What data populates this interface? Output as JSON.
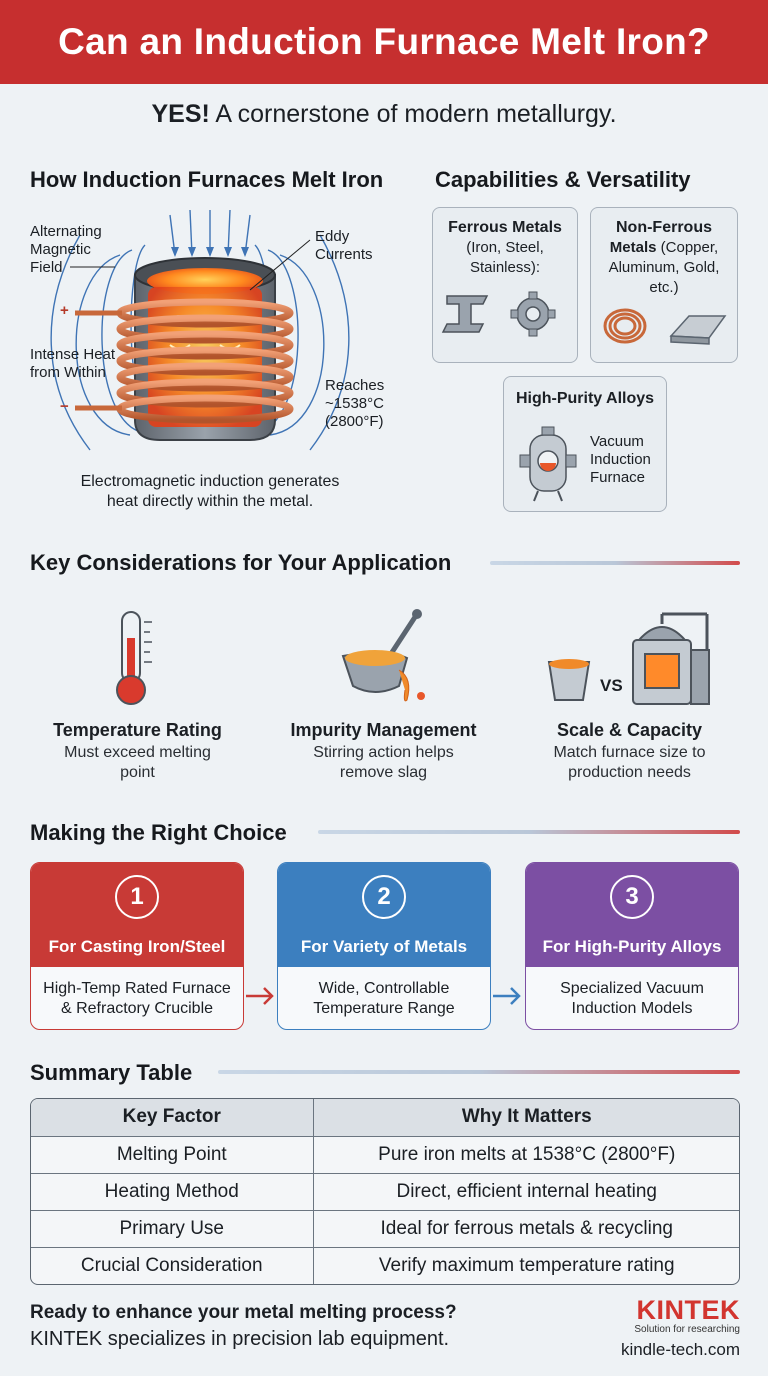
{
  "header": {
    "title": "Can an Induction Furnace Melt Iron?"
  },
  "subtitle": {
    "strong": "YES!",
    "rest": " A cornerstone of modern metallurgy."
  },
  "how": {
    "title": "How Induction Furnaces Melt Iron",
    "label_field": "Alternating Magnetic Field",
    "label_field_1": "Alternating",
    "label_field_2": "Magnetic",
    "label_field_3": "Field",
    "label_eddy_1": "Eddy",
    "label_eddy_2": "Currents",
    "label_heat_1": "Intense Heat",
    "label_heat_2": "from Within",
    "label_reach_1": "Reaches",
    "label_reach_2": "~1538°C",
    "label_reach_3": "(2800°F)",
    "plus": "+",
    "minus": "−",
    "caption_1": "Electromagnetic induction generates",
    "caption_2": "heat directly within the metal."
  },
  "capabilities": {
    "title": "Capabilities & Versatility",
    "ferrous": {
      "title": "Ferrous Metals",
      "desc_1": "(Iron, Steel,",
      "desc_2": "Stainless):"
    },
    "nonferrous": {
      "title_1": "Non-Ferrous",
      "title_2": "Metals",
      "desc_1": " (Copper,",
      "desc_2": "Aluminum, Gold,",
      "desc_3": "etc.)"
    },
    "alloys": {
      "title": "High-Purity Alloys",
      "desc_1": "Vacuum",
      "desc_2": "Induction",
      "desc_3": "Furnace"
    }
  },
  "considerations": {
    "title": "Key Considerations for Your Application",
    "items": [
      {
        "title": "Temperature Rating",
        "desc_1": "Must exceed melting",
        "desc_2": "point"
      },
      {
        "title": "Impurity Management",
        "desc_1": "Stirring action helps",
        "desc_2": "remove slag"
      },
      {
        "title": "Scale & Capacity",
        "desc_1": "Match furnace size to",
        "desc_2": "production needs"
      }
    ],
    "vs": "VS"
  },
  "choice": {
    "title": "Making the Right Choice",
    "cards": [
      {
        "num": "1",
        "label": "For Casting Iron/Steel",
        "body_1": "High-Temp Rated Furnace",
        "body_2": "& Refractory Crucible",
        "color": "#c83a36"
      },
      {
        "num": "2",
        "label": "For Variety of Metals",
        "body_1": "Wide, Controllable",
        "body_2": "Temperature Range",
        "color": "#3c7fbf"
      },
      {
        "num": "3",
        "label": "For High-Purity Alloys",
        "body_1": "Specialized Vacuum",
        "body_2": "Induction Models",
        "color": "#7c4fa3"
      }
    ]
  },
  "summary": {
    "title": "Summary Table",
    "headers": [
      "Key Factor",
      "Why It Matters"
    ],
    "rows": [
      [
        "Melting Point",
        "Pure iron melts at 1538°C (2800°F)"
      ],
      [
        "Heating Method",
        "Direct, efficient internal heating"
      ],
      [
        "Primary Use",
        "Ideal for ferrous metals & recycling"
      ],
      [
        "Crucial Consideration",
        "Verify maximum temperature rating"
      ]
    ]
  },
  "footer": {
    "cta": "Ready to enhance your metal melting process?",
    "sub": "KINTEK specializes in precision lab equipment.",
    "brand": "KINTEK",
    "tagline": "Solution for researching",
    "url": "kindle-tech.com"
  },
  "colors": {
    "header_red": "#c62f2f",
    "blue": "#3c7fbf",
    "purple": "#7c4fa3",
    "copper": "#c8683a"
  }
}
